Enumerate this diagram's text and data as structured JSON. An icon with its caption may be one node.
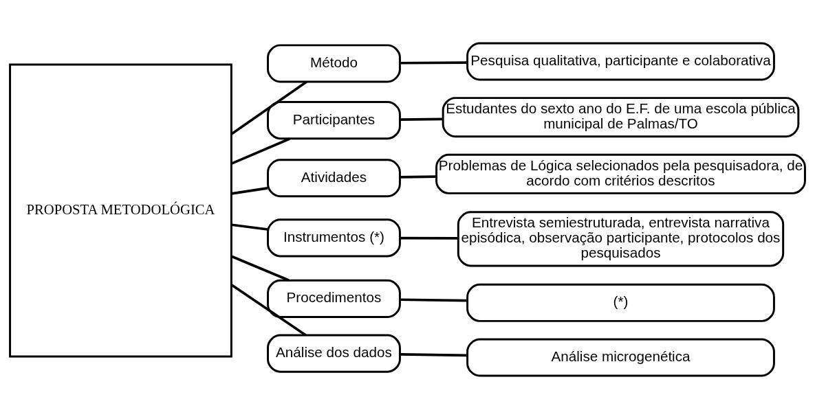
{
  "diagram": {
    "nodes": [
      {
        "text": [
          "PROPOSTA METODOLÓGICA"
        ]
      },
      {
        "text": [
          "Método"
        ]
      },
      {
        "text": [
          "Pesquisa qualitativa, participante e colaborativa"
        ]
      },
      {
        "text": [
          "Participantes"
        ]
      },
      {
        "text": [
          "Estudantes do sexto ano do E.F. de uma escola pública municipal de Palmas/TO"
        ]
      },
      {
        "text": [
          "Atividades"
        ]
      },
      {
        "text": [
          "Problemas de Lógica selecionados pela pesquisadora, de acordo com critérios descritos"
        ]
      },
      {
        "text": [
          "Instrumentos (*)"
        ]
      },
      {
        "text": [
          "Entrevista semiestruturada, entrevista narrativa episódica, observação participante, protocolos dos pesquisados"
        ]
      },
      {
        "text": [
          "Procedimentos"
        ]
      },
      {
        "text": [
          "(*)"
        ]
      },
      {
        "text": [
          "Análise dos dados"
        ]
      },
      {
        "text": [
          "Análise microgenética"
        ]
      }
    ],
    "edges": [
      {
        "from": 0,
        "to": 1,
        "arrow": "none"
      },
      {
        "from": 1,
        "to": 2,
        "arrow": "none"
      },
      {
        "from": 0,
        "to": 3,
        "arrow": "none"
      },
      {
        "from": 3,
        "to": 4,
        "arrow": "none"
      },
      {
        "from": 0,
        "to": 5,
        "arrow": "none"
      },
      {
        "from": 5,
        "to": 6,
        "arrow": "none"
      },
      {
        "from": 0,
        "to": 7,
        "arrow": "none"
      },
      {
        "from": 7,
        "to": 8,
        "arrow": "none"
      },
      {
        "from": 0,
        "to": 9,
        "arrow": "none"
      },
      {
        "from": 9,
        "to": 10,
        "arrow": "none"
      },
      {
        "from": 0,
        "to": 11,
        "arrow": "none"
      },
      {
        "from": 11,
        "to": 12,
        "arrow": "none"
      }
    ]
  }
}
